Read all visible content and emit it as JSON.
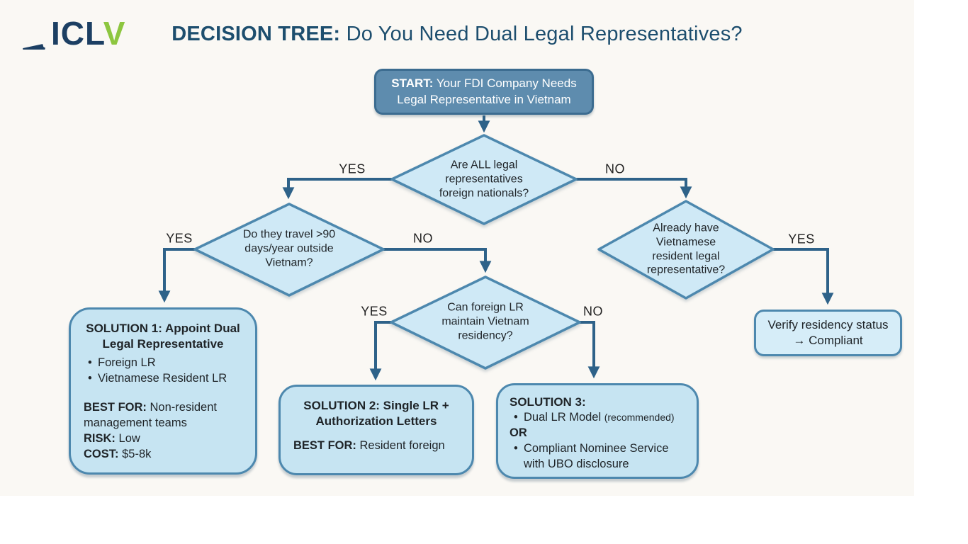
{
  "colors": {
    "bg_outer": "#ffffff",
    "bg_page": "#faf8f4",
    "title_color": "#1d4e6e",
    "logo_navy": "#1c3f63",
    "logo_green": "#8dc63f",
    "start_fill": "#5e8cae",
    "start_border": "#3c6c90",
    "diamond_fill": "#cfe9f6",
    "diamond_border": "#4d88ae",
    "solution_fill": "#c6e4f2",
    "solution_border": "#4d88ae",
    "connector": "#2e6289",
    "text_dark": "#1f2428",
    "text_white": "#ffffff"
  },
  "logo": {
    "icon": "fan-icon",
    "text_primary": "ICL",
    "text_accent": "V"
  },
  "title": {
    "bold": "DECISION TREE:",
    "rest": "Do You Need Dual Legal Representatives?"
  },
  "start": {
    "bold": "START:",
    "rest": "Your FDI Company Needs Legal Representative in Vietnam"
  },
  "decisions": {
    "d1": {
      "text": "Are ALL legal representatives foreign nationals?"
    },
    "d2": {
      "text": "Do they travel >90 days/year outside Vietnam?"
    },
    "d3": {
      "text": "Can foreign LR maintain Vietnam residency?"
    },
    "d4": {
      "text": "Already have Vietnamese resident legal representative?"
    }
  },
  "branch_labels": {
    "d1_yes": "YES",
    "d1_no": "NO",
    "d2_yes": "YES",
    "d2_no": "NO",
    "d3_yes": "YES",
    "d3_no": "NO",
    "d4_yes": "YES"
  },
  "solutions": [
    {
      "title": "SOLUTION 1: Appoint Dual Legal Representative",
      "bullets": [
        "Foreign LR",
        "Vietnamese Resident LR"
      ],
      "fields": [
        {
          "label": "BEST FOR:",
          "value": "Non-resident management teams"
        },
        {
          "label": "RISK:",
          "value": "Low"
        },
        {
          "label": "COST:",
          "value": "$5-8k"
        }
      ]
    },
    {
      "title": "SOLUTION 2: Single LR + Authorization Letters",
      "fields": [
        {
          "label": "BEST FOR:",
          "value": "Resident foreign"
        }
      ]
    },
    {
      "title": "SOLUTION 3:",
      "bullet1": "Dual LR Model",
      "bullet1_note": "(recommended)",
      "or_label": "OR",
      "bullet2": "Compliant Nominee Service with UBO disclosure"
    }
  ],
  "outcome": {
    "text": "Verify residency status → Compliant"
  }
}
